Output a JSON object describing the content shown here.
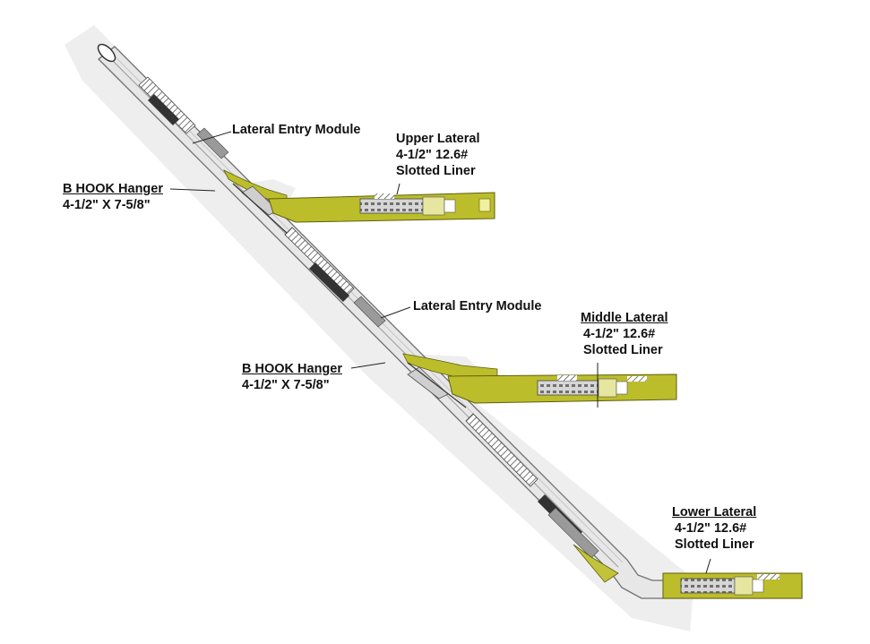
{
  "labels": {
    "lem_upper": "Lateral Entry Module",
    "lem_middle": "Lateral Entry Module",
    "upper_lateral": {
      "title": "Upper Lateral",
      "line1": "4-1/2\" 12.6#",
      "line2": "Slotted Liner"
    },
    "middle_lateral": {
      "title": "Middle Lateral",
      "line1": "4-1/2\" 12.6#",
      "line2": "Slotted Liner"
    },
    "lower_lateral": {
      "title": "Lower Lateral",
      "line1": "4-1/2\" 12.6#",
      "line2": "Slotted Liner"
    },
    "hanger_upper": {
      "title": "B HOOK Hanger",
      "line1": "4-1/2\" X 7-5/8\""
    },
    "hanger_middle": {
      "title": "B HOOK Hanger",
      "line1": "4-1/2\" X 7-5/8\""
    }
  },
  "colors": {
    "liner": "#bcbd2a",
    "liner_dark": "#5e5f0e",
    "casing": "#e6e6e6",
    "casing_edge": "#7a7a7a",
    "shadow": "#ededed",
    "text": "#111111"
  }
}
